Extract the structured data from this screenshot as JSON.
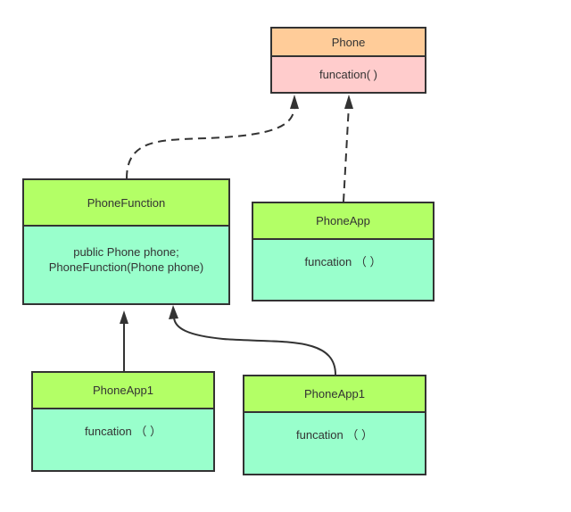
{
  "diagram": {
    "classes": {
      "phone": {
        "name": "Phone",
        "members": [
          "funcation( )"
        ]
      },
      "phone_function": {
        "name": "PhoneFunction",
        "members": [
          "public Phone phone;",
          "PhoneFunction(Phone phone)"
        ]
      },
      "phone_app": {
        "name": "PhoneApp",
        "members": [
          "funcation （ ）"
        ]
      },
      "phone_app1_left": {
        "name": "PhoneApp1",
        "members": [
          "funcation （ ）"
        ]
      },
      "phone_app1_right": {
        "name": "PhoneApp1",
        "members": [
          "funcation （ ）"
        ]
      }
    },
    "relations": [
      {
        "from": "PhoneFunction",
        "to": "Phone",
        "style": "dashed"
      },
      {
        "from": "PhoneApp",
        "to": "Phone",
        "style": "dashed"
      },
      {
        "from": "PhoneApp1 (left)",
        "to": "PhoneFunction",
        "style": "solid"
      },
      {
        "from": "PhoneApp1 (right)",
        "to": "PhoneFunction",
        "style": "solid"
      }
    ]
  },
  "colors": {
    "phone_header": "#ffcc99",
    "phone_body": "#ffcccc",
    "class_header": "#b3ff66",
    "class_body": "#99ffcc",
    "stroke": "#333333"
  }
}
